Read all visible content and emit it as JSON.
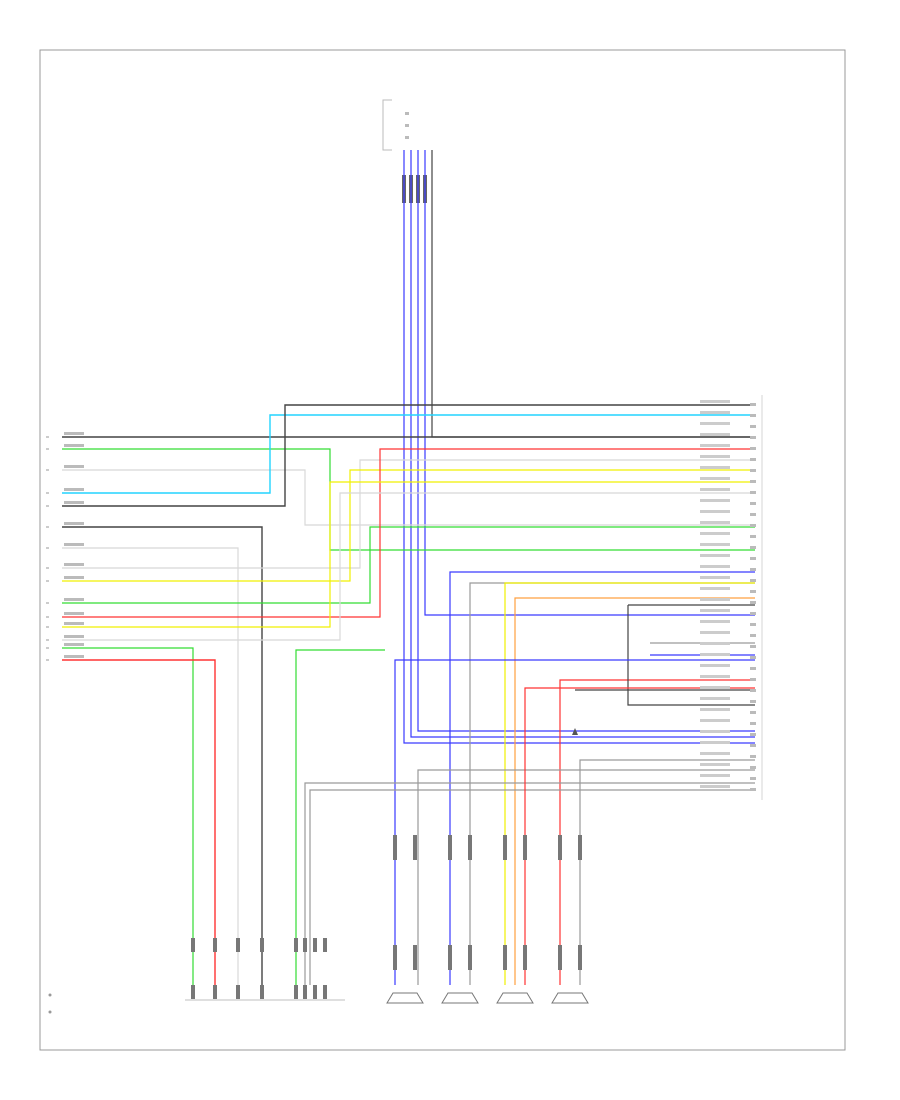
{
  "diagram": {
    "type": "wiring-schematic",
    "page_number": "",
    "colors": {
      "frame": "#999999",
      "black": "#444444",
      "gray": "#9a9a9a",
      "light": "#d8d8d8",
      "blue": "#3a3aff",
      "cyan": "#22d4ff",
      "green": "#33dd33",
      "yellow": "#f0f000",
      "red": "#ff3333",
      "orange": "#ffa040",
      "connector": "#666666"
    },
    "labels": {
      "top_connector_header": "",
      "top_connector_desc": "",
      "left_block_title": "",
      "main_unit_name": "",
      "antenna_note": "",
      "legend_1": "",
      "legend_2": "",
      "speakers": [
        {
          "name": "",
          "wire_color": "blue"
        },
        {
          "name": "",
          "wire_color": "gray"
        },
        {
          "name": "",
          "wire_color": "yellow"
        },
        {
          "name": "",
          "wire_color": "red"
        }
      ]
    }
  }
}
